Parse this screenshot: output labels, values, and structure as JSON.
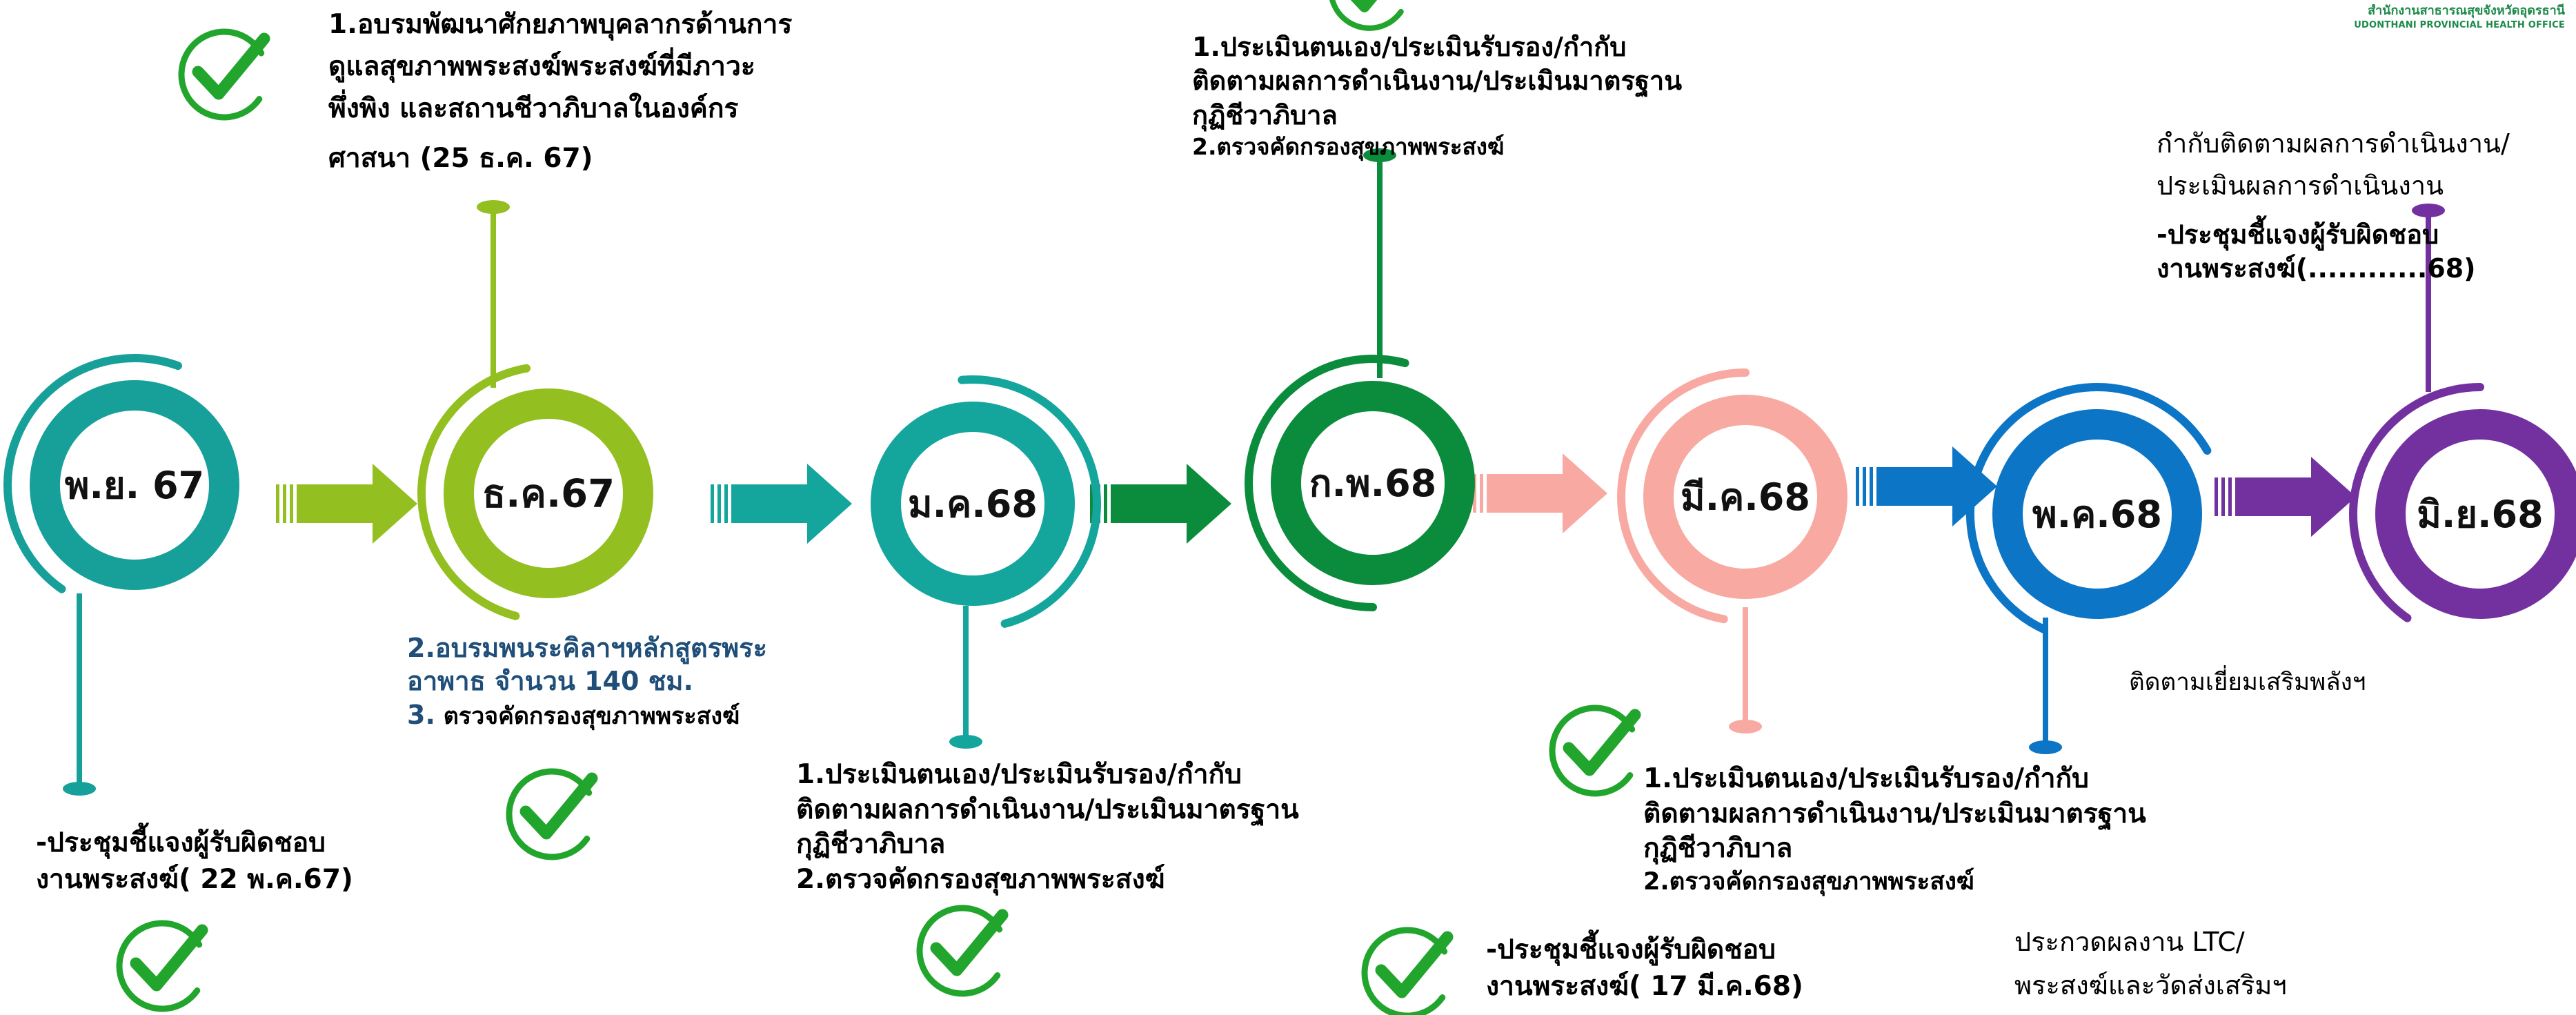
{
  "logo": {
    "thai": "สำนักงานสาธารณสุขจังหวัดอุดรธานี",
    "english": "UDONTHANI PROVINCIAL HEALTH OFFICE"
  },
  "timeline": [
    {
      "label": "พ.ย. 67",
      "color": "#17a09a"
    },
    {
      "label": "ธ.ค.67",
      "color": "#93c020"
    },
    {
      "label": "ม.ค.68",
      "color": "#14a59d"
    },
    {
      "label": "ก.พ.68",
      "color": "#0b8c3d"
    },
    {
      "label": "มี.ค.68",
      "color": "#f8aaa2"
    },
    {
      "label": "พ.ค.68",
      "color": "#0c75c6"
    },
    {
      "label": "มิ.ย.68",
      "color": "#7331a0"
    }
  ],
  "arrows": [
    "#93c020",
    "#14a59d",
    "#0b8c3d",
    "#f8aaa2",
    "#0c75c6",
    "#7331a0"
  ],
  "checkmark_color": "#22a52c",
  "notes": {
    "dec_top": [
      "1.อบรมพัฒนาศักยภาพบุคลากรด้านการ",
      "ดูแลสุขภาพพระสงฆ์พระสงฆ์ที่มีภาวะ",
      "พึ่งพิง และสถานชีวาภิบาลในองค์กร",
      "ศาสนา (25 ธ.ค. 67)"
    ],
    "feb_top": [
      "1.ประเมินตนเอง/ประเมินรับรอง/กำกับ",
      "ติดตามผลการดำเนินงาน/ประเมินมาตรฐาน",
      "กุฏิชีวาภิบาล",
      "2.ตรวจคัดกรองสุขภาพพระสงฆ์"
    ],
    "jun_top_1": "กำกับติดตามผลการดำเนินงาน/",
    "jun_top_2": "ประเมินผลการดำเนินงาน",
    "jun_top_3": "-ประชุมชี้แจงผู้รับผิดชอบ",
    "jun_top_4": "งานพระสงฆ์(............68)",
    "nov_bottom_1": "-ประชุมชี้แจงผู้รับผิดชอบ",
    "nov_bottom_2": "งานพระสงฆ์( 22 พ.ค.67)",
    "dec_bottom_1": "2.อบรมพนระคิลาฯหลักสูตรพระ",
    "dec_bottom_2": "อาพาธ จำนวน 140 ชม.",
    "dec_bottom_3_num": "3.",
    "dec_bottom_3_text": " ตรวจคัดกรองสุขภาพพระสงฆ์",
    "jan_bottom": [
      "1.ประเมินตนเอง/ประเมินรับรอง/กำกับ",
      "ติดตามผลการดำเนินงาน/ประเมินมาตรฐาน",
      "กุฏิชีวาภิบาล",
      "2.ตรวจคัดกรองสุขภาพพระสงฆ์"
    ],
    "mar_meeting_1": "-ประชุมชี้แจงผู้รับผิดชอบ",
    "mar_meeting_2": "งานพระสงฆ์( 17 มี.ค.68)",
    "mar_bottom": [
      "1.ประเมินตนเอง/ประเมินรับรอง/กำกับ",
      "ติดตามผลการดำเนินงาน/ประเมินมาตรฐาน",
      "กุฏิชีวาภิบาล",
      "2.ตรวจคัดกรองสุขภาพพระสงฆ์"
    ],
    "may_follow": "ติดตามเยี่ยมเสริมพลังฯ",
    "contest_1": "ประกวดผลงาน LTC/",
    "contest_2": "พระสงฆ์และวัดส่งเสริมฯ"
  }
}
